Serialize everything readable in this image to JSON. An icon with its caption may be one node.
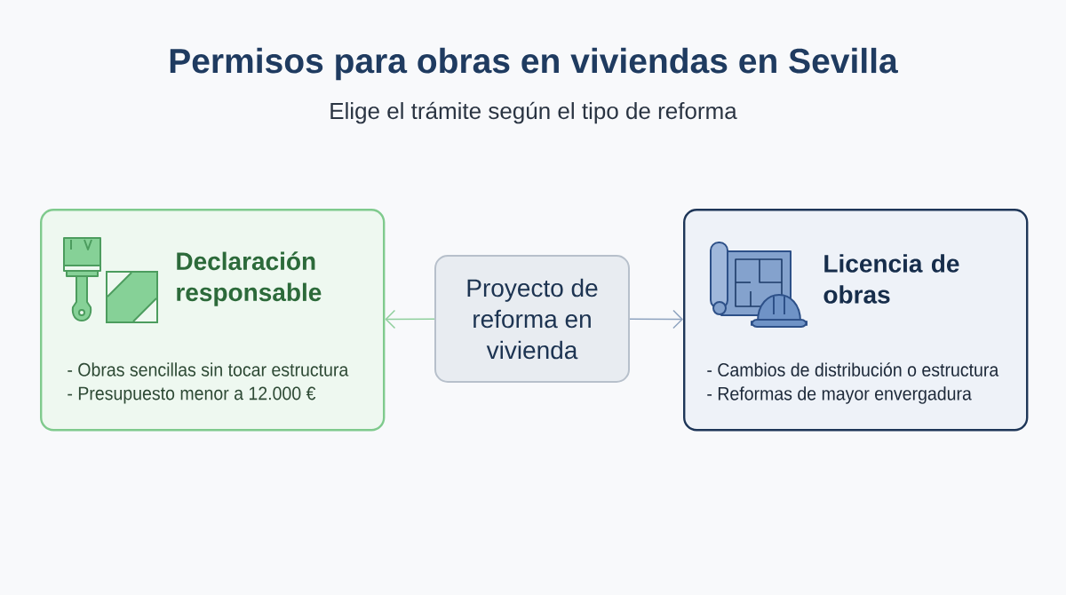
{
  "diagram": {
    "title": "Permisos para obras en viviendas en Sevilla",
    "nodes": [
      {
        "text": [
          "Declaración responsable",
          "- Obras sencillas sin tocar estructura",
          "- Presupuesto menor a 12.000 €"
        ]
      },
      {
        "text": [
          "Proyecto de reforma en vivienda"
        ]
      },
      {
        "text": [
          "Licencia de obras",
          "- Cambios de distribución o estructura",
          "- Reformas de mayor envergadura"
        ]
      }
    ],
    "edges": [
      {
        "from": 1,
        "to": 0,
        "arrow": "to",
        "color": "#8fcf9c"
      },
      {
        "from": 1,
        "to": 2,
        "arrow": "to",
        "color": "#8ea3bf"
      }
    ],
    "labels": [
      "Elige el trámite según el tipo de reforma"
    ]
  }
}
